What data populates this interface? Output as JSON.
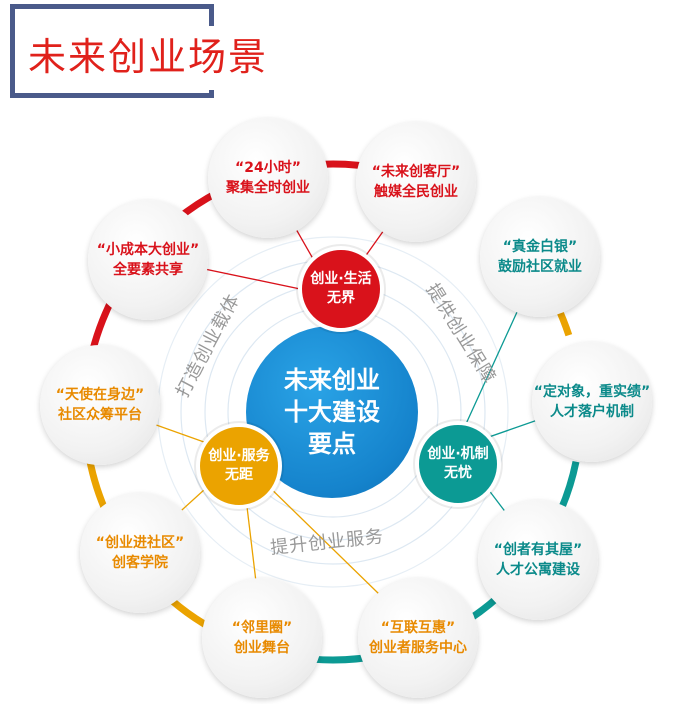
{
  "title": "未来创业场景",
  "center": {
    "lines": [
      "未来创业",
      "十大建设",
      "要点"
    ]
  },
  "hubs": {
    "life": {
      "lines": [
        "创业·生活",
        "无界"
      ],
      "color": "#d9121b"
    },
    "service": {
      "lines": [
        "创业·服务",
        "无距"
      ],
      "color": "#eba300"
    },
    "mechanism": {
      "lines": [
        "创业·机制",
        "无忧"
      ],
      "color": "#0c9a94"
    }
  },
  "arc_labels": {
    "left": "打造创业载体",
    "right": "提供创业保障",
    "bottom": "提升创业服务"
  },
  "nodes": [
    {
      "l1": "“24小时”",
      "l2": "聚集全时创业",
      "group": "red"
    },
    {
      "l1": "“未来创客厅”",
      "l2": "触媒全民创业",
      "group": "red"
    },
    {
      "l1": "“真金白银”",
      "l2": "鼓励社区就业",
      "group": "green"
    },
    {
      "l1": "“定对象，重实绩”",
      "l2": "人才落户机制",
      "group": "green"
    },
    {
      "l1": "“创者有其屋”",
      "l2": "人才公寓建设",
      "group": "green"
    },
    {
      "l1": "“互联互惠”",
      "l2": "创业者服务中心",
      "group": "orange"
    },
    {
      "l1": "“邻里圈”",
      "l2": "创业舞台",
      "group": "orange"
    },
    {
      "l1": "“创业进社区”",
      "l2": "创客学院",
      "group": "orange"
    },
    {
      "l1": "“天使在身边”",
      "l2": "社区众筹平台",
      "group": "orange"
    },
    {
      "l1": "“小成本大创业”",
      "l2": "全要素共享",
      "group": "red"
    }
  ],
  "colors": {
    "red": "#d9121b",
    "orange": "#eba300",
    "green": "#0c9a94",
    "blue": "#1583cc"
  }
}
